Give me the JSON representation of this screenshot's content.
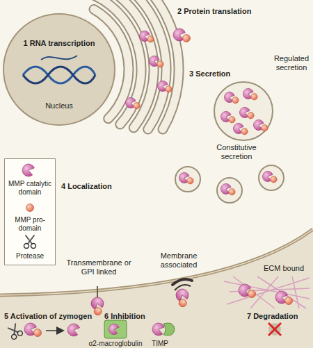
{
  "diagram": {
    "nodes": [
      {
        "text": [
          "1 RNA transcription",
          "Nucleus"
        ]
      }
    ],
    "labels": [
      "2 Protein translation",
      "3 Secretion",
      "Regulated secretion",
      "Constitutive secretion",
      "4 Localization",
      "Transmembrane or GPI linked",
      "Membrane associated",
      "ECM bound",
      "5 Activation of zymogen",
      "6 Inhibition",
      "α2-macroglobulin",
      "TIMP",
      "7 Degradation"
    ],
    "legend": [
      {
        "text": "MMP catalytic domain"
      },
      {
        "text": "MMP pro-domain"
      },
      {
        "text": "Protease"
      }
    ]
  }
}
